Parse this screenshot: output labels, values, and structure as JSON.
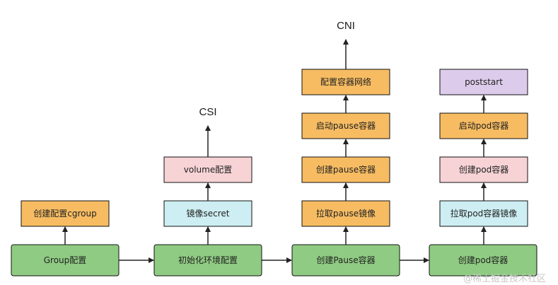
{
  "colors": {
    "green_fill": "#8fcb82",
    "green_stroke": "#111111",
    "orange_fill": "#f7bc62",
    "pink_fill": "#f7d3d6",
    "cyan_fill": "#cdeef2",
    "purple_fill": "#ddcbeb",
    "arrow": "#222222"
  },
  "main_flow": [
    "Group配置",
    "初始化环境配置",
    "创建Pause容器",
    "创建pod容器"
  ],
  "columns": [
    {
      "base": "Group配置",
      "boxes": [
        {
          "label": "创建配置cgroup",
          "color": "orange"
        }
      ],
      "top_label": ""
    },
    {
      "base": "初始化环境配置",
      "boxes": [
        {
          "label": "镜像secret",
          "color": "cyan"
        },
        {
          "label": "volume配置",
          "color": "pink"
        }
      ],
      "top_label": "CSI"
    },
    {
      "base": "创建Pause容器",
      "boxes": [
        {
          "label": "拉取pause镜像",
          "color": "orange"
        },
        {
          "label": "创建pause容器",
          "color": "orange"
        },
        {
          "label": "启动pause容器",
          "color": "orange"
        },
        {
          "label": "配置容器网络",
          "color": "orange"
        }
      ],
      "top_label": "CNI"
    },
    {
      "base": "创建pod容器",
      "boxes": [
        {
          "label": "拉取pod容器镜像",
          "color": "cyan"
        },
        {
          "label": "创建pod容器",
          "color": "pink"
        },
        {
          "label": "启动pod容器",
          "color": "orange"
        },
        {
          "label": "poststart",
          "color": "purple"
        }
      ],
      "top_label": ""
    }
  ],
  "watermark": "@稀土掘金技术社区"
}
